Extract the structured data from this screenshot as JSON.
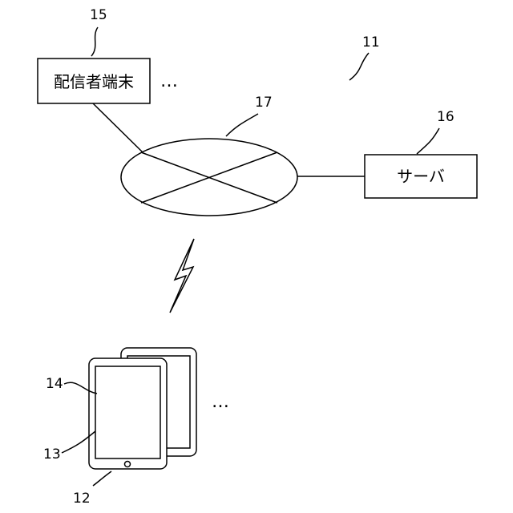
{
  "nodes": {
    "distributor_terminal": {
      "label": "配信者端末",
      "ref": "15"
    },
    "server": {
      "label": "サーバ",
      "ref": "16"
    },
    "network": {
      "ref": "17"
    },
    "system": {
      "ref": "11"
    },
    "tablet_group": {
      "ref": "12"
    },
    "tablet_body": {
      "ref": "13"
    },
    "tablet_screen": {
      "ref": "14"
    }
  },
  "ellipsis": {
    "top": "…",
    "bottom": "…"
  },
  "colors": {
    "stroke": "#000000",
    "background": "#ffffff"
  },
  "icons": {
    "wireless": "lightning-bolt-icon",
    "home_button": "home-button-icon"
  }
}
